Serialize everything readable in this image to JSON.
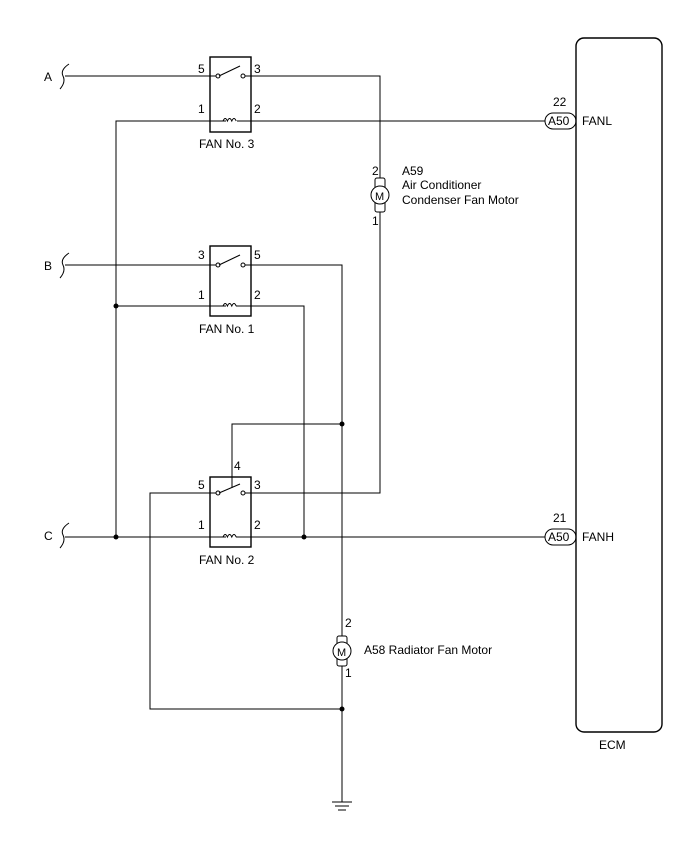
{
  "connectors_in": {
    "a": "A",
    "b": "B",
    "c": "C"
  },
  "relays": {
    "fan3": {
      "name": "FAN No. 3",
      "pin_tl": "5",
      "pin_tr": "3",
      "pin_bl": "1",
      "pin_br": "2"
    },
    "fan1": {
      "name": "FAN No. 1",
      "pin_tl": "3",
      "pin_tr": "5",
      "pin_bl": "1",
      "pin_br": "2"
    },
    "fan2": {
      "name": "FAN No. 2",
      "pin_tl": "5",
      "pin_tr": "3",
      "pin_bl": "1",
      "pin_br": "2",
      "pin_top": "4"
    }
  },
  "motors": {
    "ac": {
      "code": "A59",
      "line1": "Air Conditioner",
      "line2": "Condenser Fan Motor",
      "pin_top": "2",
      "pin_bottom": "1",
      "symbol": "M"
    },
    "radiator": {
      "label": "A58 Radiator Fan Motor",
      "pin_top": "2",
      "pin_bottom": "1",
      "symbol": "M"
    }
  },
  "ecm": {
    "name": "ECM",
    "pins": [
      {
        "connector": "A50",
        "number": "22",
        "signal": "FANL"
      },
      {
        "connector": "A50",
        "number": "21",
        "signal": "FANH"
      }
    ]
  }
}
